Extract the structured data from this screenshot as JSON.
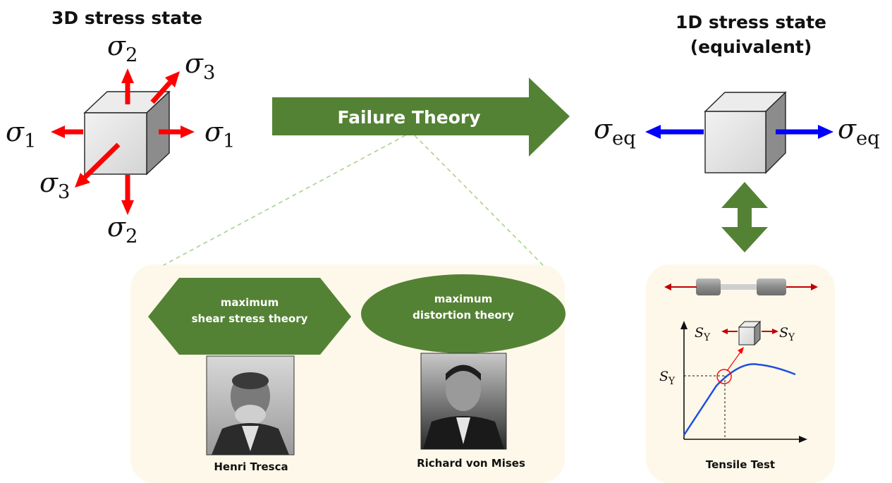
{
  "left_heading": "3D stress state",
  "right_heading_line1": "1D stress state",
  "right_heading_line2": "(equivalent)",
  "center_arrow_label": "Failure Theory",
  "stress_3d": {
    "sigma": "σ",
    "s1": "1",
    "s2": "2",
    "s3": "3"
  },
  "stress_1d": {
    "sigma": "σ",
    "sub": "eq"
  },
  "theories": [
    {
      "line1": "maximum",
      "line2": "shear stress theory",
      "person": "Henri Tresca"
    },
    {
      "line1": "maximum",
      "line2": "distortion theory",
      "person": "Richard von Mises"
    }
  ],
  "tensile": {
    "caption": "Tensile Test",
    "sy": "S",
    "sy_sub": "Y"
  },
  "colors": {
    "green": "#548235",
    "red": "#ff0000",
    "dark_red": "#c00000",
    "blue": "#0000ff",
    "curve_blue": "#1f4ee0",
    "panel": "#fdf8e9"
  }
}
